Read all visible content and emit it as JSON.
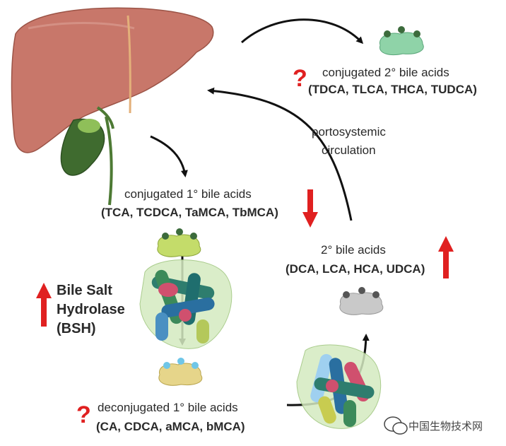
{
  "labels": {
    "conj_secondary_title": "conjugated 2° bile acids",
    "conj_secondary_list": "(TDCA, TLCA, THCA, TUDCA)",
    "portosystemic_line1": "portosystemic",
    "portosystemic_line2": "circulation",
    "conj_primary_title": "conjugated 1° bile acids",
    "conj_primary_list": "(TCA, TCDCA, TaMCA, TbMCA)",
    "secondary_title": "2° bile acids",
    "secondary_list": "(DCA, LCA, HCA, UDCA)",
    "bsh_line1": "Bile Salt",
    "bsh_line2": "Hydrolase",
    "bsh_line3": "(BSH)",
    "deconj_title": "deconjugated 1° bile acids",
    "deconj_list": "(CA, CDCA, aMCA, bMCA)",
    "question_mark": "?",
    "watermark": "中国生物技术网"
  },
  "colors": {
    "liver": "#c8776a",
    "gallbladder": "#3f6b2f",
    "up_arrow": "#e02020",
    "down_arrow": "#e02020",
    "flow_arrow": "#111111",
    "conj_secondary_blob": "#8fd3a8",
    "conj_primary_blob": "#c4dc6a",
    "deconj_blob": "#e6d58a",
    "secondary_blob": "#c9c9c9"
  },
  "icons": [
    "liver-icon",
    "gallbladder-icon",
    "bacteria-cluster-icon",
    "bile-acid-molecule-icon",
    "wechat-icon"
  ]
}
